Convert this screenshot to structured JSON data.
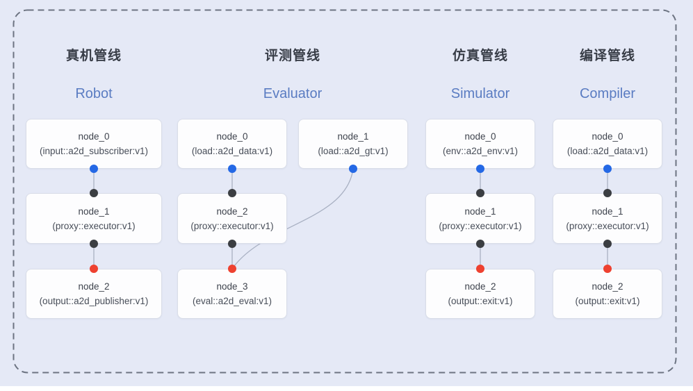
{
  "diagram": {
    "kind": "pipeline-node-graph",
    "colors": {
      "background": "#e5e9f6",
      "dashed_frame": "#6d7482",
      "node_background": "#fdfdfe",
      "node_border": "#d9dde8",
      "edge_line": "#a8b0c2",
      "port_blue": "#2468e5",
      "port_dark": "#3b3e42",
      "port_red": "#ee4130",
      "title_zh_color": "#383d47",
      "title_en_color": "#5a7cc2"
    }
  },
  "pipelines": [
    {
      "title_zh": "真机管线",
      "title_en": "Robot",
      "nodes": [
        {
          "title": "node_0",
          "type": "(input::a2d_subscriber:v1)",
          "ports": {
            "bottom": "blue"
          }
        },
        {
          "title": "node_1",
          "type": "(proxy::executor:v1)",
          "ports": {
            "top": "dark",
            "bottom": "dark"
          }
        },
        {
          "title": "node_2",
          "type": "(output::a2d_publisher:v1)",
          "ports": {
            "top": "red"
          }
        }
      ]
    },
    {
      "title_zh": "评测管线",
      "title_en": "Evaluator",
      "nodes": [
        {
          "title": "node_0",
          "type": "(load::a2d_data:v1)",
          "ports": {
            "bottom": "blue"
          }
        },
        {
          "title": "node_1",
          "type": "(load::a2d_gt:v1)",
          "ports": {
            "bottom": "blue"
          }
        },
        {
          "title": "node_2",
          "type": "(proxy::executor:v1)",
          "ports": {
            "top": "dark",
            "bottom": "dark"
          }
        },
        {
          "title": "node_3",
          "type": "(eval::a2d_eval:v1)",
          "ports": {
            "top": "red"
          }
        }
      ]
    },
    {
      "title_zh": "仿真管线",
      "title_en": "Simulator",
      "nodes": [
        {
          "title": "node_0",
          "type": "(env::a2d_env:v1)",
          "ports": {
            "bottom": "blue"
          }
        },
        {
          "title": "node_1",
          "type": "(proxy::executor:v1)",
          "ports": {
            "top": "dark",
            "bottom": "dark"
          }
        },
        {
          "title": "node_2",
          "type": "(output::exit:v1)",
          "ports": {
            "top": "red"
          }
        }
      ]
    },
    {
      "title_zh": "编译管线",
      "title_en": "Compiler",
      "nodes": [
        {
          "title": "node_0",
          "type": "(load::a2d_data:v1)",
          "ports": {
            "bottom": "blue"
          }
        },
        {
          "title": "node_1",
          "type": "(proxy::executor:v1)",
          "ports": {
            "top": "dark",
            "bottom": "dark"
          }
        },
        {
          "title": "node_2",
          "type": "(output::exit:v1)",
          "ports": {
            "top": "red"
          }
        }
      ]
    }
  ],
  "edges": [
    {
      "pipeline": "Robot",
      "from": "node_0",
      "to": "node_1",
      "style": "straight"
    },
    {
      "pipeline": "Robot",
      "from": "node_1",
      "to": "node_2",
      "style": "straight"
    },
    {
      "pipeline": "Evaluator",
      "from": "node_0",
      "to": "node_2",
      "style": "straight"
    },
    {
      "pipeline": "Evaluator",
      "from": "node_1",
      "to": "node_3",
      "style": "curved"
    },
    {
      "pipeline": "Evaluator",
      "from": "node_2",
      "to": "node_3",
      "style": "straight"
    },
    {
      "pipeline": "Simulator",
      "from": "node_0",
      "to": "node_1",
      "style": "straight"
    },
    {
      "pipeline": "Simulator",
      "from": "node_1",
      "to": "node_2",
      "style": "straight"
    },
    {
      "pipeline": "Compiler",
      "from": "node_0",
      "to": "node_1",
      "style": "straight"
    },
    {
      "pipeline": "Compiler",
      "from": "node_1",
      "to": "node_2",
      "style": "straight"
    }
  ]
}
